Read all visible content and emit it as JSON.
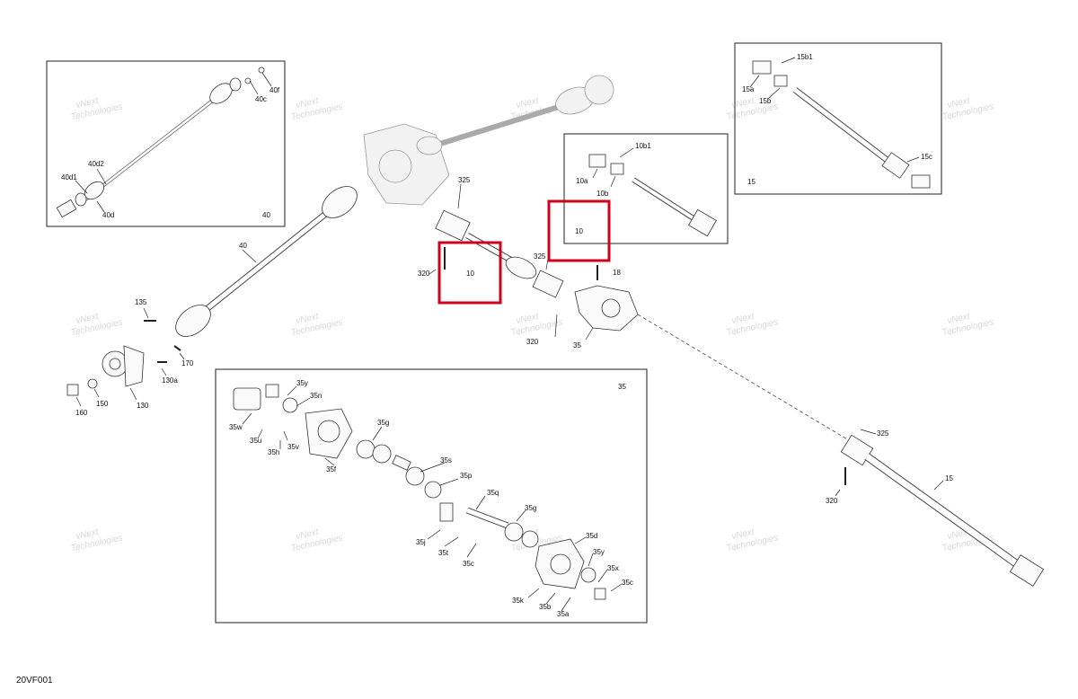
{
  "diagram_code": "20VF001",
  "highlight_color": "#d0021b",
  "watermark_lines": [
    "vNext",
    "Technologies"
  ],
  "watermark_text": "vNext Technologies",
  "callouts": {
    "c40_top": "40",
    "c40c": "40c",
    "c40f": "40f",
    "c40d2": "40d2",
    "c40d1": "40d1",
    "c40d": "40d",
    "c40_main": "40",
    "c135": "135",
    "c170": "170",
    "c130a": "130a",
    "c160": "160",
    "c150": "150",
    "c130": "130",
    "c325a": "325",
    "c320a": "320",
    "c10_main": "10",
    "c325b": "325",
    "c18": "18",
    "c320b": "320",
    "c35_main": "35",
    "c10b1": "10b1",
    "c10a": "10a",
    "c10b": "10b",
    "c10_box": "10",
    "c15b1": "15b1",
    "c15a": "15a",
    "c15b": "15b",
    "c15c": "15c",
    "c15_box": "15",
    "c325c": "325",
    "c15_main": "15",
    "c320c": "320",
    "c35_box": "35",
    "c35y": "35y",
    "c35n": "35n",
    "c35w": "35w",
    "c35u": "35u",
    "c35v": "35v",
    "c35h": "35h",
    "c35f": "35f",
    "c35g": "35g",
    "c35s": "35s",
    "c35p": "35p",
    "c35q": "35q",
    "c35g2": "35g",
    "c35j": "35j",
    "c35t": "35t",
    "c35c": "35c",
    "c35d": "35d",
    "c35y2": "35y",
    "c35x": "35x",
    "c35c2": "35c",
    "c35k": "35k",
    "c35b": "35b",
    "c35a": "35a"
  }
}
